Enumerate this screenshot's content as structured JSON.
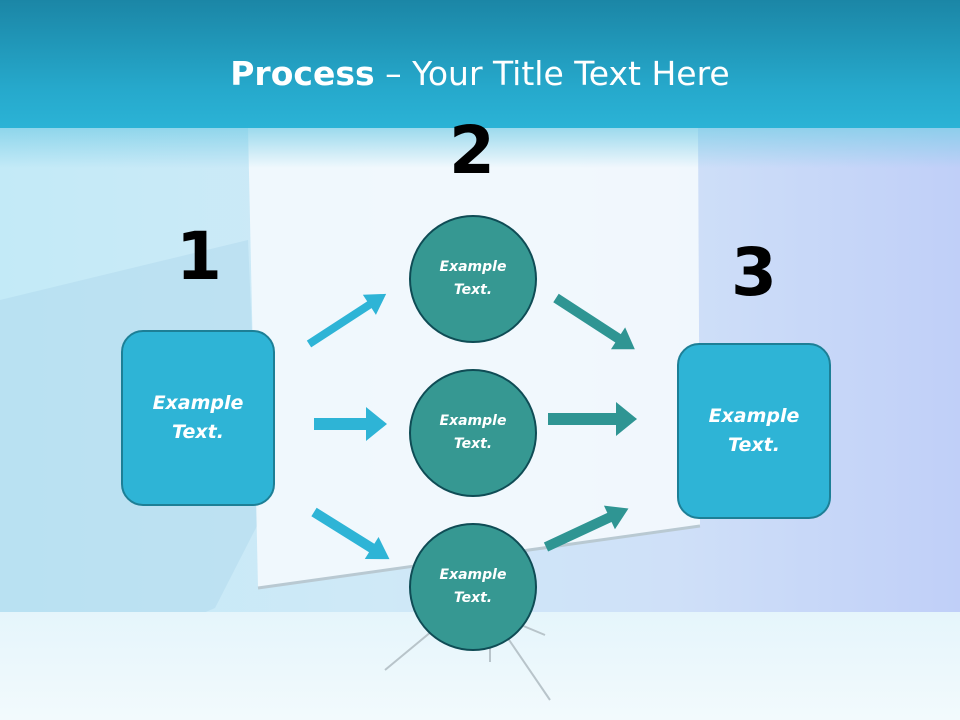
{
  "title": {
    "bold": "Process",
    "rest": " – Your Title Text Here"
  },
  "steps": [
    {
      "number": "1"
    },
    {
      "number": "2"
    },
    {
      "number": "3"
    }
  ],
  "left_box": {
    "text": "Example\nText."
  },
  "right_box": {
    "text": "Example\nText."
  },
  "circles": [
    {
      "text": "Example\nText."
    },
    {
      "text": "Example\nText."
    },
    {
      "text": "Example\nText."
    }
  ],
  "colors": {
    "header": "#26a9cc",
    "box_fill": "#2eb4d6",
    "circle_fill": "#369892",
    "left_arrow": "#2eb4d6",
    "right_arrow": "#2f9593"
  }
}
